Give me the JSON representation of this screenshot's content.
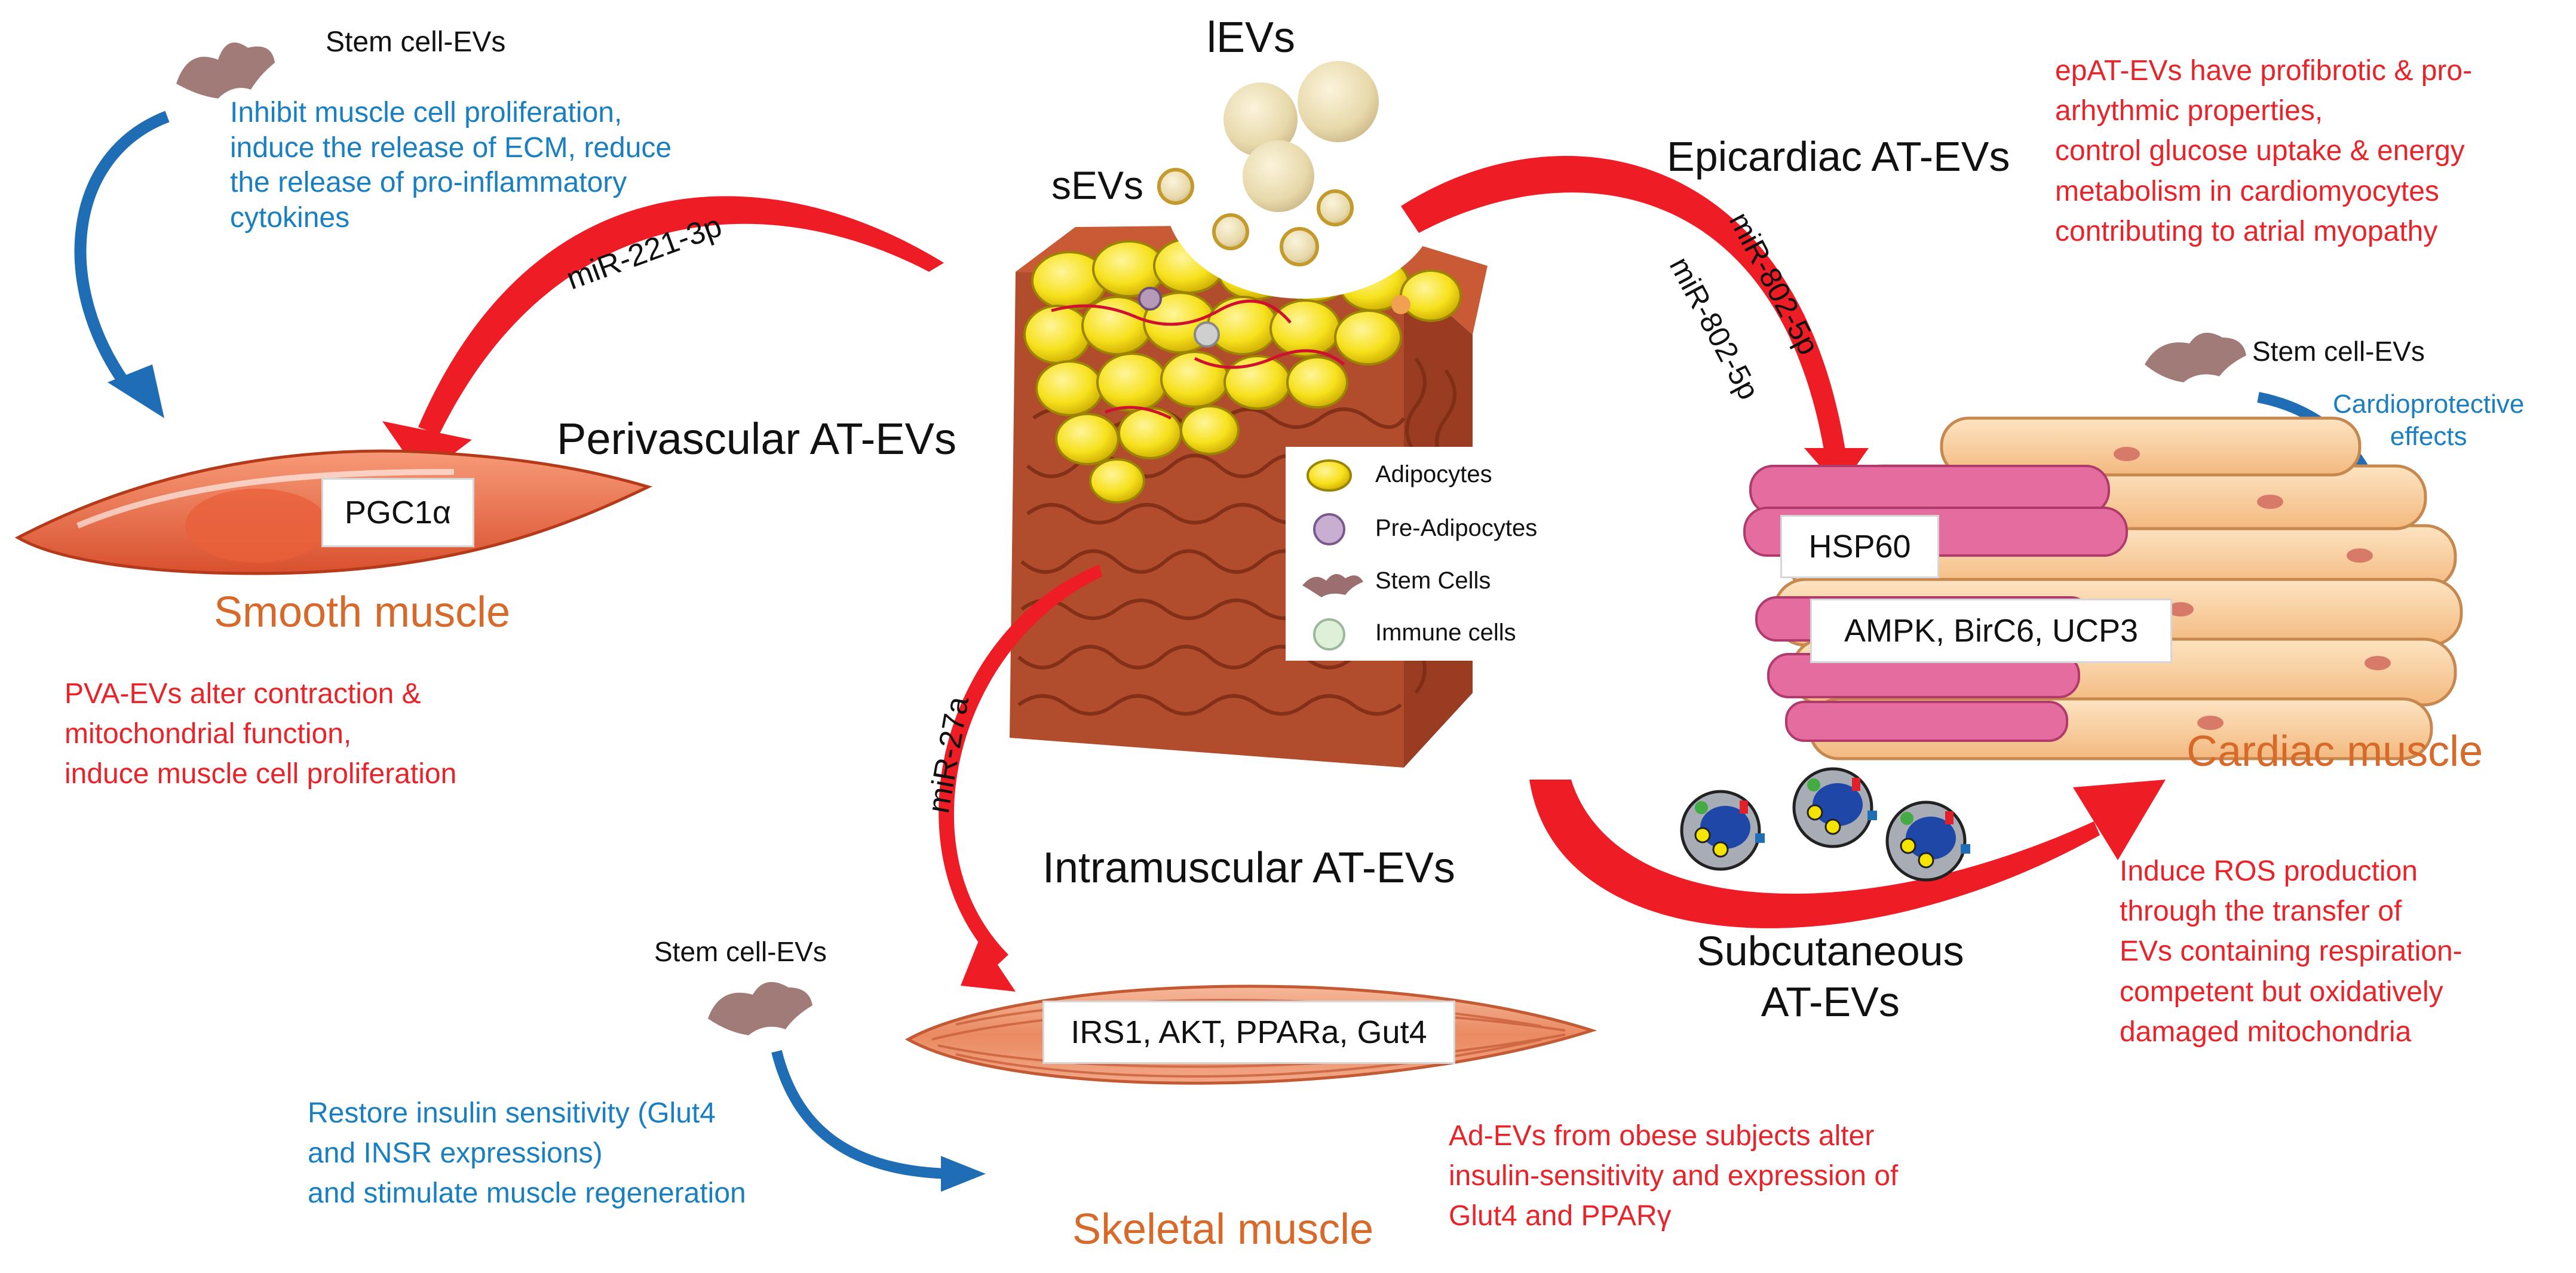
{
  "center": {
    "large_evs": "lEVs",
    "small_evs": "sEVs",
    "legend": {
      "adipocytes": "Adipocytes",
      "pre_adipocytes": "Pre-Adipocytes",
      "stem_cells": "Stem Cells",
      "immune_cells": "Immune cells"
    }
  },
  "perivascular": {
    "title": "Perivascular AT-EVs",
    "mirna": "miR-221-3p",
    "stem_label": "Stem cell-EVs",
    "stem_effect": "Inhibit muscle cell proliferation,\ninduce the release of ECM, reduce\nthe release of pro-inflammatory\ncytokines",
    "target_box": "PGC1α",
    "muscle_name": "Smooth muscle",
    "effect": "PVA-EVs alter contraction &\nmitochondrial function,\ninduce muscle cell proliferation"
  },
  "epicardiac": {
    "title": "Epicardiac AT-EVs",
    "mirna_1": "miR-802-5p",
    "mirna_2": "miR-802-5p",
    "effect": "epAT-EVs have profibrotic & pro-\narhythmic properties,\ncontrol glucose uptake & energy\nmetabolism in cardiomyocytes\ncontributing to atrial myopathy",
    "stem_label": "Stem cell-EVs",
    "stem_effect": "Cardioprotective\neffects",
    "box_1": "HSP60",
    "box_2": "AMPK, BirC6, UCP3",
    "muscle_name": "Cardiac muscle"
  },
  "intramuscular": {
    "title": "Intramuscular AT-EVs",
    "mirna": "miR-27a",
    "stem_label": "Stem cell-EVs",
    "stem_effect": "Restore insulin sensitivity (Glut4\nand INSR expressions)\nand stimulate muscle regeneration",
    "target_box": "IRS1, AKT, PPARa, Gut4",
    "muscle_name": "Skeletal muscle",
    "effect": "Ad-EVs from obese subjects alter\ninsulin-sensitivity and expression of\nGlut4 and PPARγ"
  },
  "subcutaneous": {
    "title": "Subcutaneous\nAT-EVs",
    "effect": "Induce ROS production\nthrough the transfer of\nEVs containing respiration-\ncompetent but oxidatively\ndamaged mitochondria"
  },
  "colors": {
    "arrow_red": "#ee1c24",
    "text_red": "#e8242a",
    "text_blue": "#1a7fc0",
    "text_orange": "#d7692a",
    "arrow_blue": "#1f6db5",
    "adipocyte_yellow": "#f7e11c",
    "tissue_brown": "#b04a2c"
  }
}
